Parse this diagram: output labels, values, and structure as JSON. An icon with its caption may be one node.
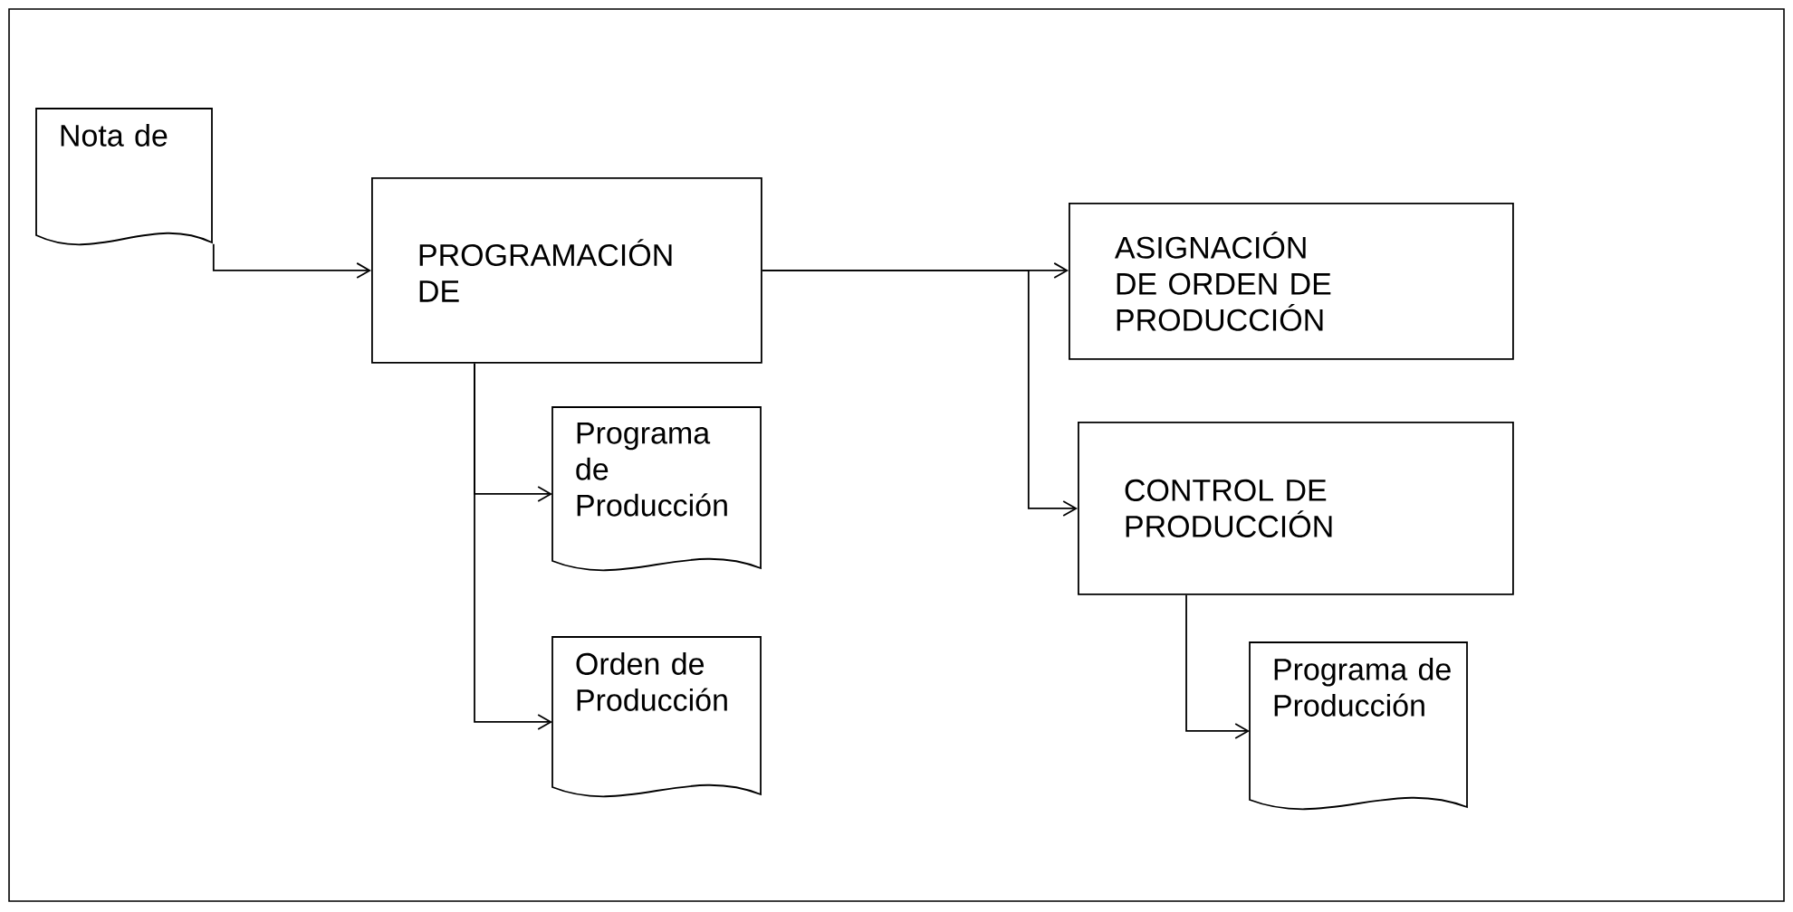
{
  "diagram": {
    "nodes": [
      {
        "text": [
          "Nota de"
        ]
      },
      {
        "text": [
          "PROGRAMACIÓN DE"
        ]
      },
      {
        "text": [
          "ASIGNACIÓN DE ORDEN DE PRODUCCIÓN"
        ]
      },
      {
        "text": [
          "Programa de Producción"
        ]
      },
      {
        "text": [
          "CONTROL DE PRODUCCIÓN"
        ]
      },
      {
        "text": [
          "Orden de Producción"
        ]
      },
      {
        "text": [
          "Programa de Producción"
        ]
      }
    ],
    "edges": [
      {
        "from": 0,
        "to": 1,
        "arrow": "to"
      },
      {
        "from": 1,
        "to": 2,
        "arrow": "to"
      },
      {
        "from": 1,
        "to": 4,
        "arrow": "to"
      },
      {
        "from": 1,
        "to": 3,
        "arrow": "to"
      },
      {
        "from": 1,
        "to": 5,
        "arrow": "to"
      },
      {
        "from": 4,
        "to": 6,
        "arrow": "to"
      }
    ]
  }
}
